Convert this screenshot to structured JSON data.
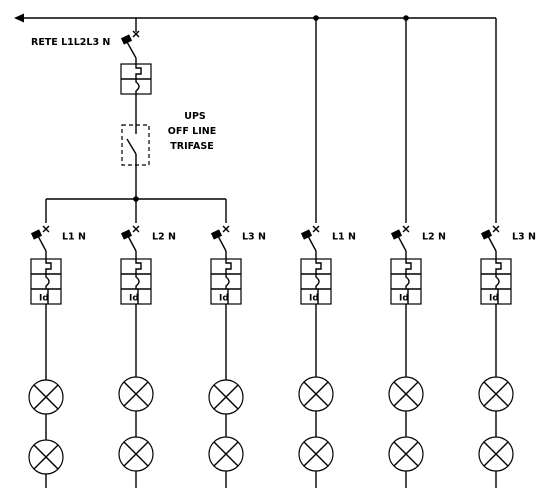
{
  "diagram": {
    "supply_label": "RETE L1L2L3 N",
    "ups_lines": [
      "UPS",
      "OFF LINE",
      "TRIFASE"
    ],
    "rcd_label": "Id",
    "ups_branches": [
      {
        "label": "L1 N"
      },
      {
        "label": "L2 N"
      },
      {
        "label": "L3 N"
      }
    ],
    "direct_branches": [
      {
        "label": "L1 N"
      },
      {
        "label": "L2 N"
      },
      {
        "label": "L3 N"
      }
    ],
    "colors": {
      "line": "#000000",
      "background": "#ffffff"
    }
  }
}
